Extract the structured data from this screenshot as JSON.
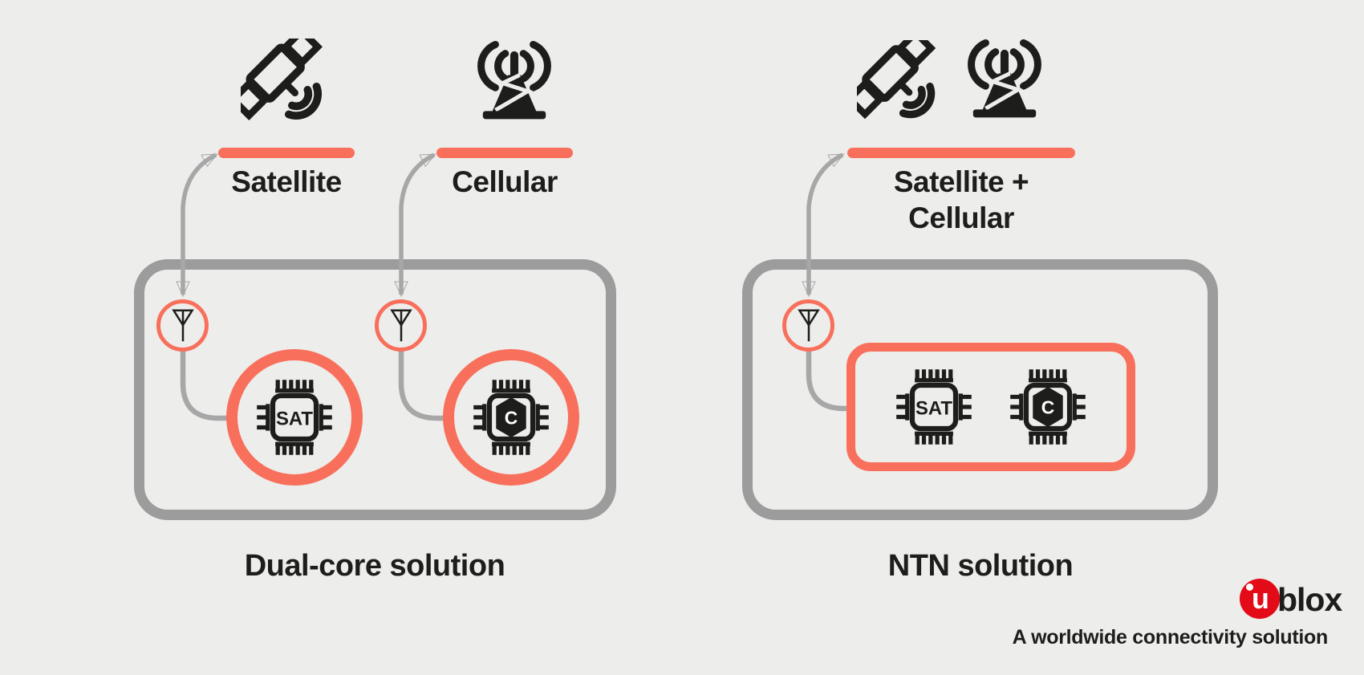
{
  "colors": {
    "background": "#EDEDEC",
    "accent_coral": "#F8705C",
    "device_box_gray": "#9C9C9C",
    "arrow_gray": "#A7A7A7",
    "text_dark": "#1D1D1B",
    "logo_red": "#E30B17"
  },
  "left_diagram": {
    "networks": [
      {
        "icon": "satellite-icon",
        "label": "Satellite"
      },
      {
        "icon": "cell-tower-icon",
        "label": "Cellular"
      }
    ],
    "solution_label": "Dual-core solution",
    "chips": [
      {
        "icon": "sat-chip-icon",
        "label": "SAT"
      },
      {
        "icon": "cellular-chip-icon",
        "label": "C"
      }
    ]
  },
  "right_diagram": {
    "network_lines": [
      {
        "label": "Satellite +"
      },
      {
        "label": "Cellular"
      }
    ],
    "solution_label": "NTN solution",
    "chips": [
      {
        "icon": "sat-chip-icon",
        "label": "SAT"
      },
      {
        "icon": "cellular-chip-icon",
        "label": "C"
      }
    ]
  },
  "branding": {
    "logo_symbol": "u",
    "logo_text": "blox",
    "tagline": "A worldwide connectivity solution"
  }
}
